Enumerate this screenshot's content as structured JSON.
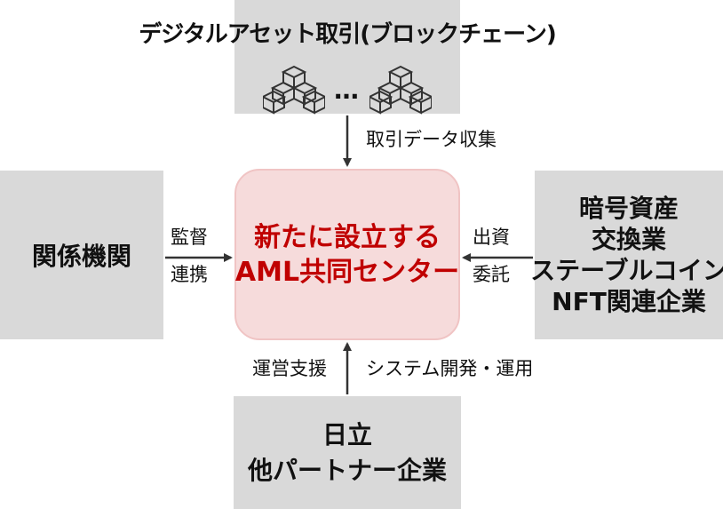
{
  "top": {
    "title": "デジタルアセット取引(ブロックチェーン)",
    "ellipsis": "…"
  },
  "center": {
    "line1": "新たに設立する",
    "line2": "AML共同センター"
  },
  "left": {
    "title": "関係機関",
    "label_line1": "監督",
    "label_line2": "連携"
  },
  "right": {
    "line1": "暗号資産",
    "line2": "交換業",
    "line3": "ステーブルコイン",
    "line4": "NFT関連企業",
    "label_line1": "出資",
    "label_line2": "委託"
  },
  "bottom": {
    "line1": "日立",
    "line2": "他パートナー企業"
  },
  "flows": {
    "top_label": "取引データ収集",
    "bottom_left_label": "運営支援",
    "bottom_right_label": "システム開発・運用"
  },
  "colors": {
    "box_gray": "#d9d9d9",
    "center_fill": "#f6dbdb",
    "center_text": "#c00000",
    "arrow": "#333333"
  },
  "icons": [
    "blockchain-cubes-icon",
    "blockchain-cubes-icon"
  ]
}
